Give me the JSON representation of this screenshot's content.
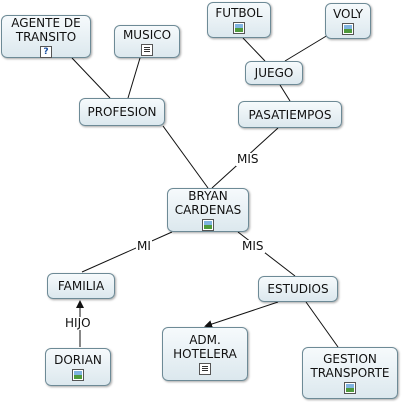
{
  "nodes": {
    "center": {
      "label": "BRYAN\nCARDENAS",
      "icon": "image-icon"
    },
    "profesion": {
      "label": "PROFESION"
    },
    "agente": {
      "label": "AGENTE DE\nTRANSITO",
      "icon": "question-icon"
    },
    "musico": {
      "label": "MUSICO",
      "icon": "note-icon"
    },
    "pasatiempos": {
      "label": "PASATIEMPOS"
    },
    "juego": {
      "label": "JUEGO"
    },
    "futbol": {
      "label": "FUTBOL",
      "icon": "image-icon"
    },
    "voly": {
      "label": "VOLY",
      "icon": "image-icon"
    },
    "familia": {
      "label": "FAMILIA"
    },
    "dorian": {
      "label": "DORIAN",
      "icon": "image-icon"
    },
    "estudios": {
      "label": "ESTUDIOS"
    },
    "adm": {
      "label": "ADM.\nHOTELERA",
      "icon": "note-icon"
    },
    "gestion": {
      "label": "GESTION\nTRANSPORTE",
      "icon": "image-icon"
    }
  },
  "link_labels": {
    "mis_pasatiempos": "MIS",
    "mi_familia": "MI",
    "mis_estudios": "MIS",
    "hijo": "HIJO"
  },
  "colors": {
    "node_border": "#6d8a96",
    "node_fill_top": "#f6fafc",
    "node_fill_bottom": "#dce8ee",
    "line": "#111111"
  }
}
